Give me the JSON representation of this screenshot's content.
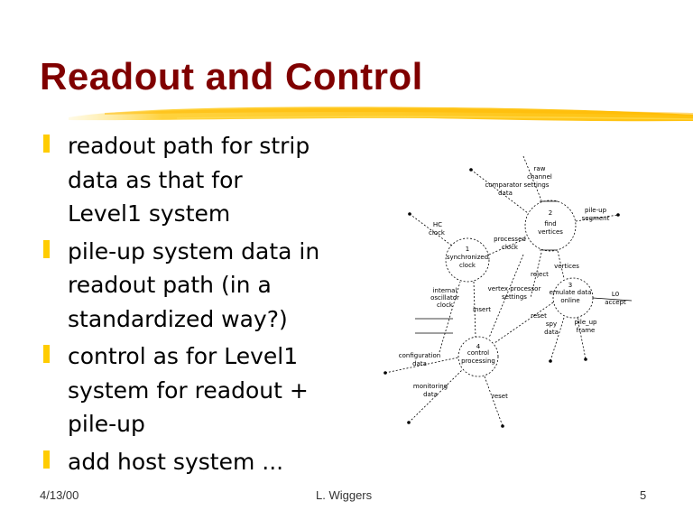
{
  "slide": {
    "title": "Readout and Control",
    "accent_color": "#ffcc00",
    "title_color": "#800000"
  },
  "bullets": [
    {
      "lines": [
        "readout path for strip",
        "data as that for",
        "Level1 system"
      ]
    },
    {
      "lines": [
        "pile-up system data in",
        "readout path (in a",
        "standardized way?)"
      ]
    },
    {
      "lines": [
        "control as for Level1",
        "system for readout +",
        "pile-up"
      ]
    },
    {
      "lines": [
        "add host system ..."
      ]
    }
  ],
  "diagram": {
    "processes": [
      {
        "number": "1",
        "name_lines": [
          "synchronized",
          "clock"
        ]
      },
      {
        "number": "2",
        "name_lines": [
          "find",
          "vertices"
        ]
      },
      {
        "number": "3",
        "name_lines": [
          "emulate data",
          "online"
        ]
      },
      {
        "number": "4",
        "name_lines": [
          "control",
          "processing"
        ]
      }
    ],
    "flows": {
      "raw_channel": [
        "raw",
        "channel"
      ],
      "comparator_settings": [
        "comparator settings",
        "data"
      ],
      "pileup_segment": [
        "pile-up",
        "segment"
      ],
      "hc_clock": [
        "HC",
        "clock"
      ],
      "processed_clock": [
        "processed",
        "clock"
      ],
      "vertices": "vertices",
      "reject": "reject",
      "internal_oscillator": [
        "internal",
        "oscillator",
        "clock"
      ],
      "vertex_processor_settings": [
        "vertex processor",
        "settings"
      ],
      "l0_accept": [
        "L0",
        "accept"
      ],
      "insert": "insert",
      "reset_flow": "reset",
      "spy_data": [
        "spy",
        "data"
      ],
      "pileup_frame": [
        "pile_up",
        "frame"
      ],
      "configuration_data": [
        "configuration",
        "data"
      ],
      "monitoring_data": [
        "monitoring",
        "data"
      ],
      "reset": "reset"
    }
  },
  "footer": {
    "date": "4/13/00",
    "author": "L. Wiggers",
    "page": "5"
  }
}
